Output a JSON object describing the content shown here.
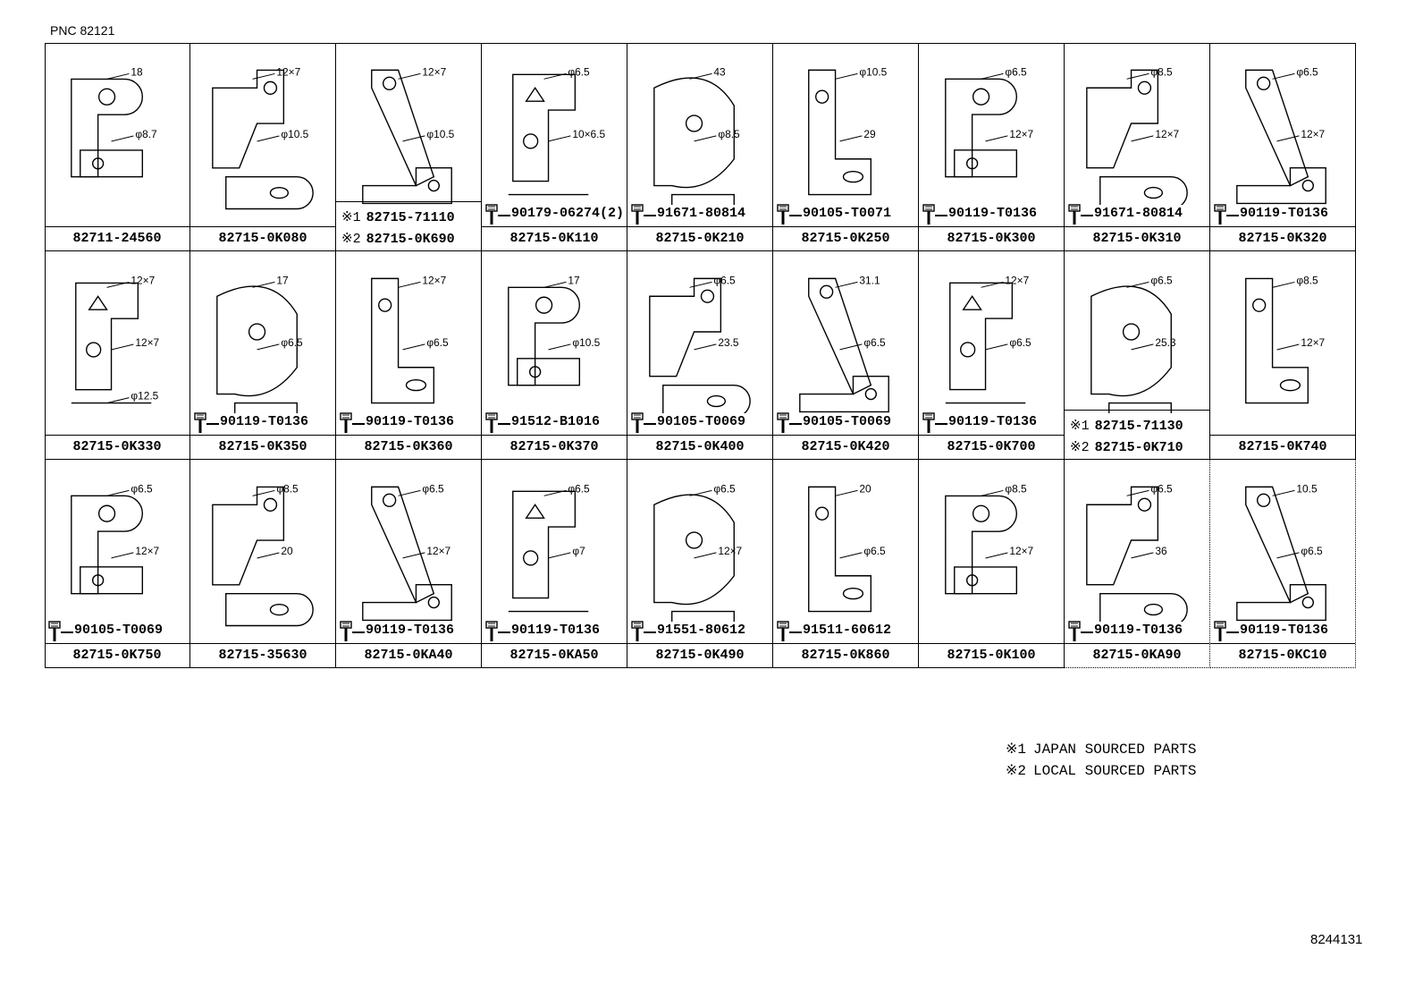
{
  "pnc": "PNC 82121",
  "diagram_code": "8244131",
  "legend": [
    {
      "mark": "※1",
      "text": "JAPAN SOURCED PARTS"
    },
    {
      "mark": "※2",
      "text": "LOCAL SOURCED PARTS"
    }
  ],
  "cells": [
    {
      "part": "82711-24560",
      "dims": [
        "18",
        "φ8.7"
      ]
    },
    {
      "part": "82715-0K080",
      "dims": [
        "12×7",
        "φ10.5"
      ]
    },
    {
      "part": "",
      "dims": [
        "12×7",
        "φ10.5"
      ],
      "alts": [
        {
          "mark": "※1",
          "part": "82715-71110"
        },
        {
          "mark": "※2",
          "part": "82715-0K690"
        }
      ]
    },
    {
      "part": "82715-0K110",
      "dims": [
        "φ6.5",
        "10×6.5"
      ],
      "bolt": "90179-06274(2)"
    },
    {
      "part": "82715-0K210",
      "dims": [
        "43",
        "φ8.5"
      ],
      "bolt": "91671-80814"
    },
    {
      "part": "82715-0K250",
      "dims": [
        "φ10.5",
        "29"
      ],
      "bolt": "90105-T0071"
    },
    {
      "part": "82715-0K300",
      "dims": [
        "φ6.5",
        "12×7"
      ],
      "bolt": "90119-T0136"
    },
    {
      "part": "82715-0K310",
      "dims": [
        "φ8.5",
        "12×7"
      ],
      "bolt": "91671-80814"
    },
    {
      "part": "82715-0K320",
      "dims": [
        "φ6.5",
        "12×7"
      ],
      "bolt": "90119-T0136"
    },
    {
      "part": "82715-0K330",
      "dims": [
        "12×7",
        "12×7",
        "φ12.5"
      ]
    },
    {
      "part": "82715-0K350",
      "dims": [
        "17",
        "φ6.5"
      ],
      "bolt": "90119-T0136"
    },
    {
      "part": "82715-0K360",
      "dims": [
        "12×7",
        "φ6.5"
      ],
      "bolt": "90119-T0136"
    },
    {
      "part": "82715-0K370",
      "dims": [
        "17",
        "φ10.5"
      ],
      "bolt": "91512-B1016"
    },
    {
      "part": "82715-0K400",
      "dims": [
        "φ6.5",
        "23.5"
      ],
      "bolt": "90105-T0069"
    },
    {
      "part": "82715-0K420",
      "dims": [
        "31.1",
        "φ6.5"
      ],
      "bolt": "90105-T0069"
    },
    {
      "part": "82715-0K700",
      "dims": [
        "12×7",
        "φ6.5"
      ],
      "bolt": "90119-T0136"
    },
    {
      "part": "",
      "dims": [
        "φ6.5",
        "25.3"
      ],
      "alts": [
        {
          "mark": "※1",
          "part": "82715-71130"
        },
        {
          "mark": "※2",
          "part": "82715-0K710"
        }
      ]
    },
    {
      "part": "82715-0K740",
      "dims": [
        "φ8.5",
        "12×7"
      ]
    },
    {
      "part": "82715-0K750",
      "dims": [
        "φ6.5",
        "12×7"
      ],
      "bolt": "90105-T0069"
    },
    {
      "part": "82715-35630",
      "dims": [
        "φ8.5",
        "20"
      ]
    },
    {
      "part": "82715-0KA40",
      "dims": [
        "φ6.5",
        "12×7"
      ],
      "bolt": "90119-T0136"
    },
    {
      "part": "82715-0KA50",
      "dims": [
        "φ6.5",
        "φ7"
      ],
      "bolt": "90119-T0136"
    },
    {
      "part": "82715-0K490",
      "dims": [
        "φ6.5",
        "12×7"
      ],
      "bolt": "91551-80612"
    },
    {
      "part": "82715-0K860",
      "dims": [
        "20",
        "φ6.5"
      ],
      "bolt": "91511-60612"
    },
    {
      "part": "82715-0K100",
      "dims": [
        "φ8.5",
        "12×7"
      ]
    },
    {
      "part": "82715-0KA90",
      "dims": [
        "φ6.5",
        "36"
      ],
      "bolt": "90119-T0136"
    },
    {
      "part": "82715-0KC10",
      "dims": [
        "10.5",
        "φ6.5"
      ],
      "bolt": "90119-T0136"
    }
  ]
}
